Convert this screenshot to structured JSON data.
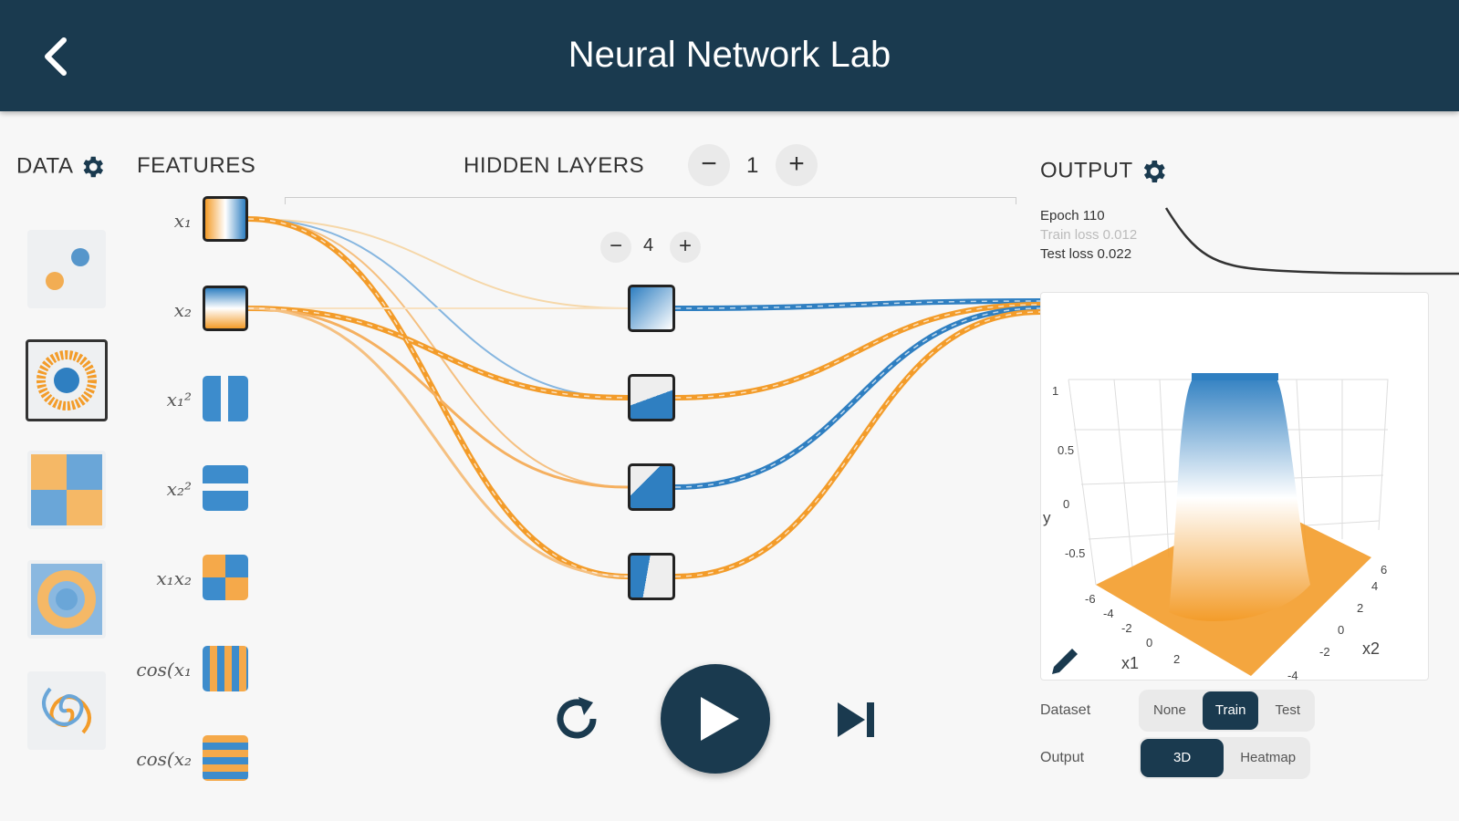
{
  "header": {
    "title": "Neural Network Lab",
    "back_icon": "chevron-left-icon"
  },
  "data_section": {
    "title": "DATA",
    "datasets": [
      "gaussian",
      "circle",
      "xor",
      "noisy-circle",
      "spiral"
    ],
    "selected": "circle"
  },
  "features_section": {
    "title": "FEATURES",
    "features": [
      "x₁",
      "x₂",
      "x₁²",
      "x₂²",
      "x₁x₂",
      "cos(x₁",
      "cos(x₂"
    ]
  },
  "hidden": {
    "title": "HIDDEN LAYERS",
    "layer_count": "1",
    "neuron_count": "4",
    "minus": "−",
    "plus": "+"
  },
  "output": {
    "title": "OUTPUT",
    "epoch": "Epoch 110",
    "train_loss": "Train loss 0.012",
    "test_loss": "Test loss 0.022",
    "plot": {
      "y_label": "y",
      "x1_label": "x1",
      "x2_label": "x2",
      "y_ticks": [
        "1",
        "0.5",
        "0",
        "-0.5"
      ],
      "x1_ticks": [
        "-6",
        "-4",
        "-2",
        "0",
        "2"
      ],
      "x2_ticks": [
        "-4",
        "-2",
        "0",
        "2",
        "4",
        "6"
      ]
    },
    "dataset_label": "Dataset",
    "dataset_options": [
      "None",
      "Train",
      "Test"
    ],
    "dataset_selected": "Train",
    "output_label": "Output",
    "output_options": [
      "3D",
      "Heatmap"
    ],
    "output_selected": "3D"
  },
  "colors": {
    "header": "#1a3a4f",
    "orange": "#f39c2a",
    "blue": "#2f7fc1"
  }
}
